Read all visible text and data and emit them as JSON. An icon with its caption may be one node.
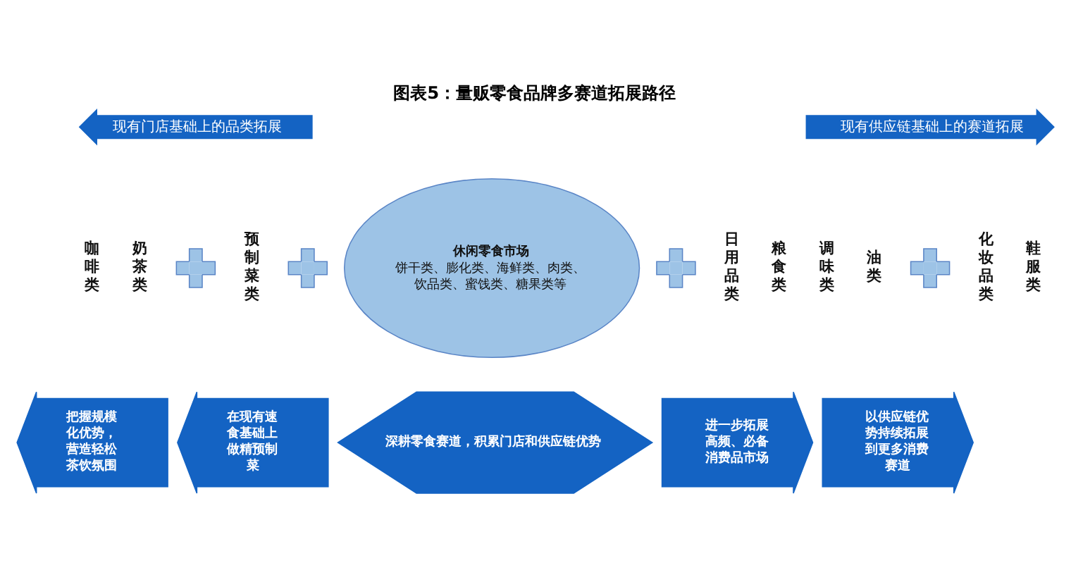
{
  "diagram": {
    "title": "图表5：量贩零食品牌多赛道拓展路径",
    "nodes": [
      {
        "text": [
          "现有门店基础上的品类拓展"
        ]
      },
      {
        "text": [
          "现有供应链基础上的赛道拓展"
        ]
      },
      {
        "text": [
          "休闲零食市场",
          "饼干类、膨化类、海鲜类、肉类、饮品类、蜜饯类、糖果类等"
        ]
      },
      {
        "text": [],
        "shape": "cross"
      },
      {
        "text": [],
        "shape": "cross"
      },
      {
        "text": [],
        "shape": "cross"
      },
      {
        "text": [],
        "shape": "cross"
      },
      {
        "text": [
          "把握规模化优势，营造轻松茶饮氛围"
        ]
      },
      {
        "text": [
          "在现有速食基础上做精预制菜"
        ]
      },
      {
        "text": [
          "深耕零食赛道，积累门店和供应链优势"
        ]
      },
      {
        "text": [
          "进一步拓展高频、必备消费品市场"
        ]
      },
      {
        "text": [
          "以供应链优势持续拓展到更多消费赛道"
        ]
      }
    ],
    "labels": [
      "咖啡类",
      "奶茶类",
      "预制菜类",
      "日用品类",
      "粮食类",
      "调味类",
      "油类",
      "化妆品类",
      "鞋服类"
    ]
  }
}
